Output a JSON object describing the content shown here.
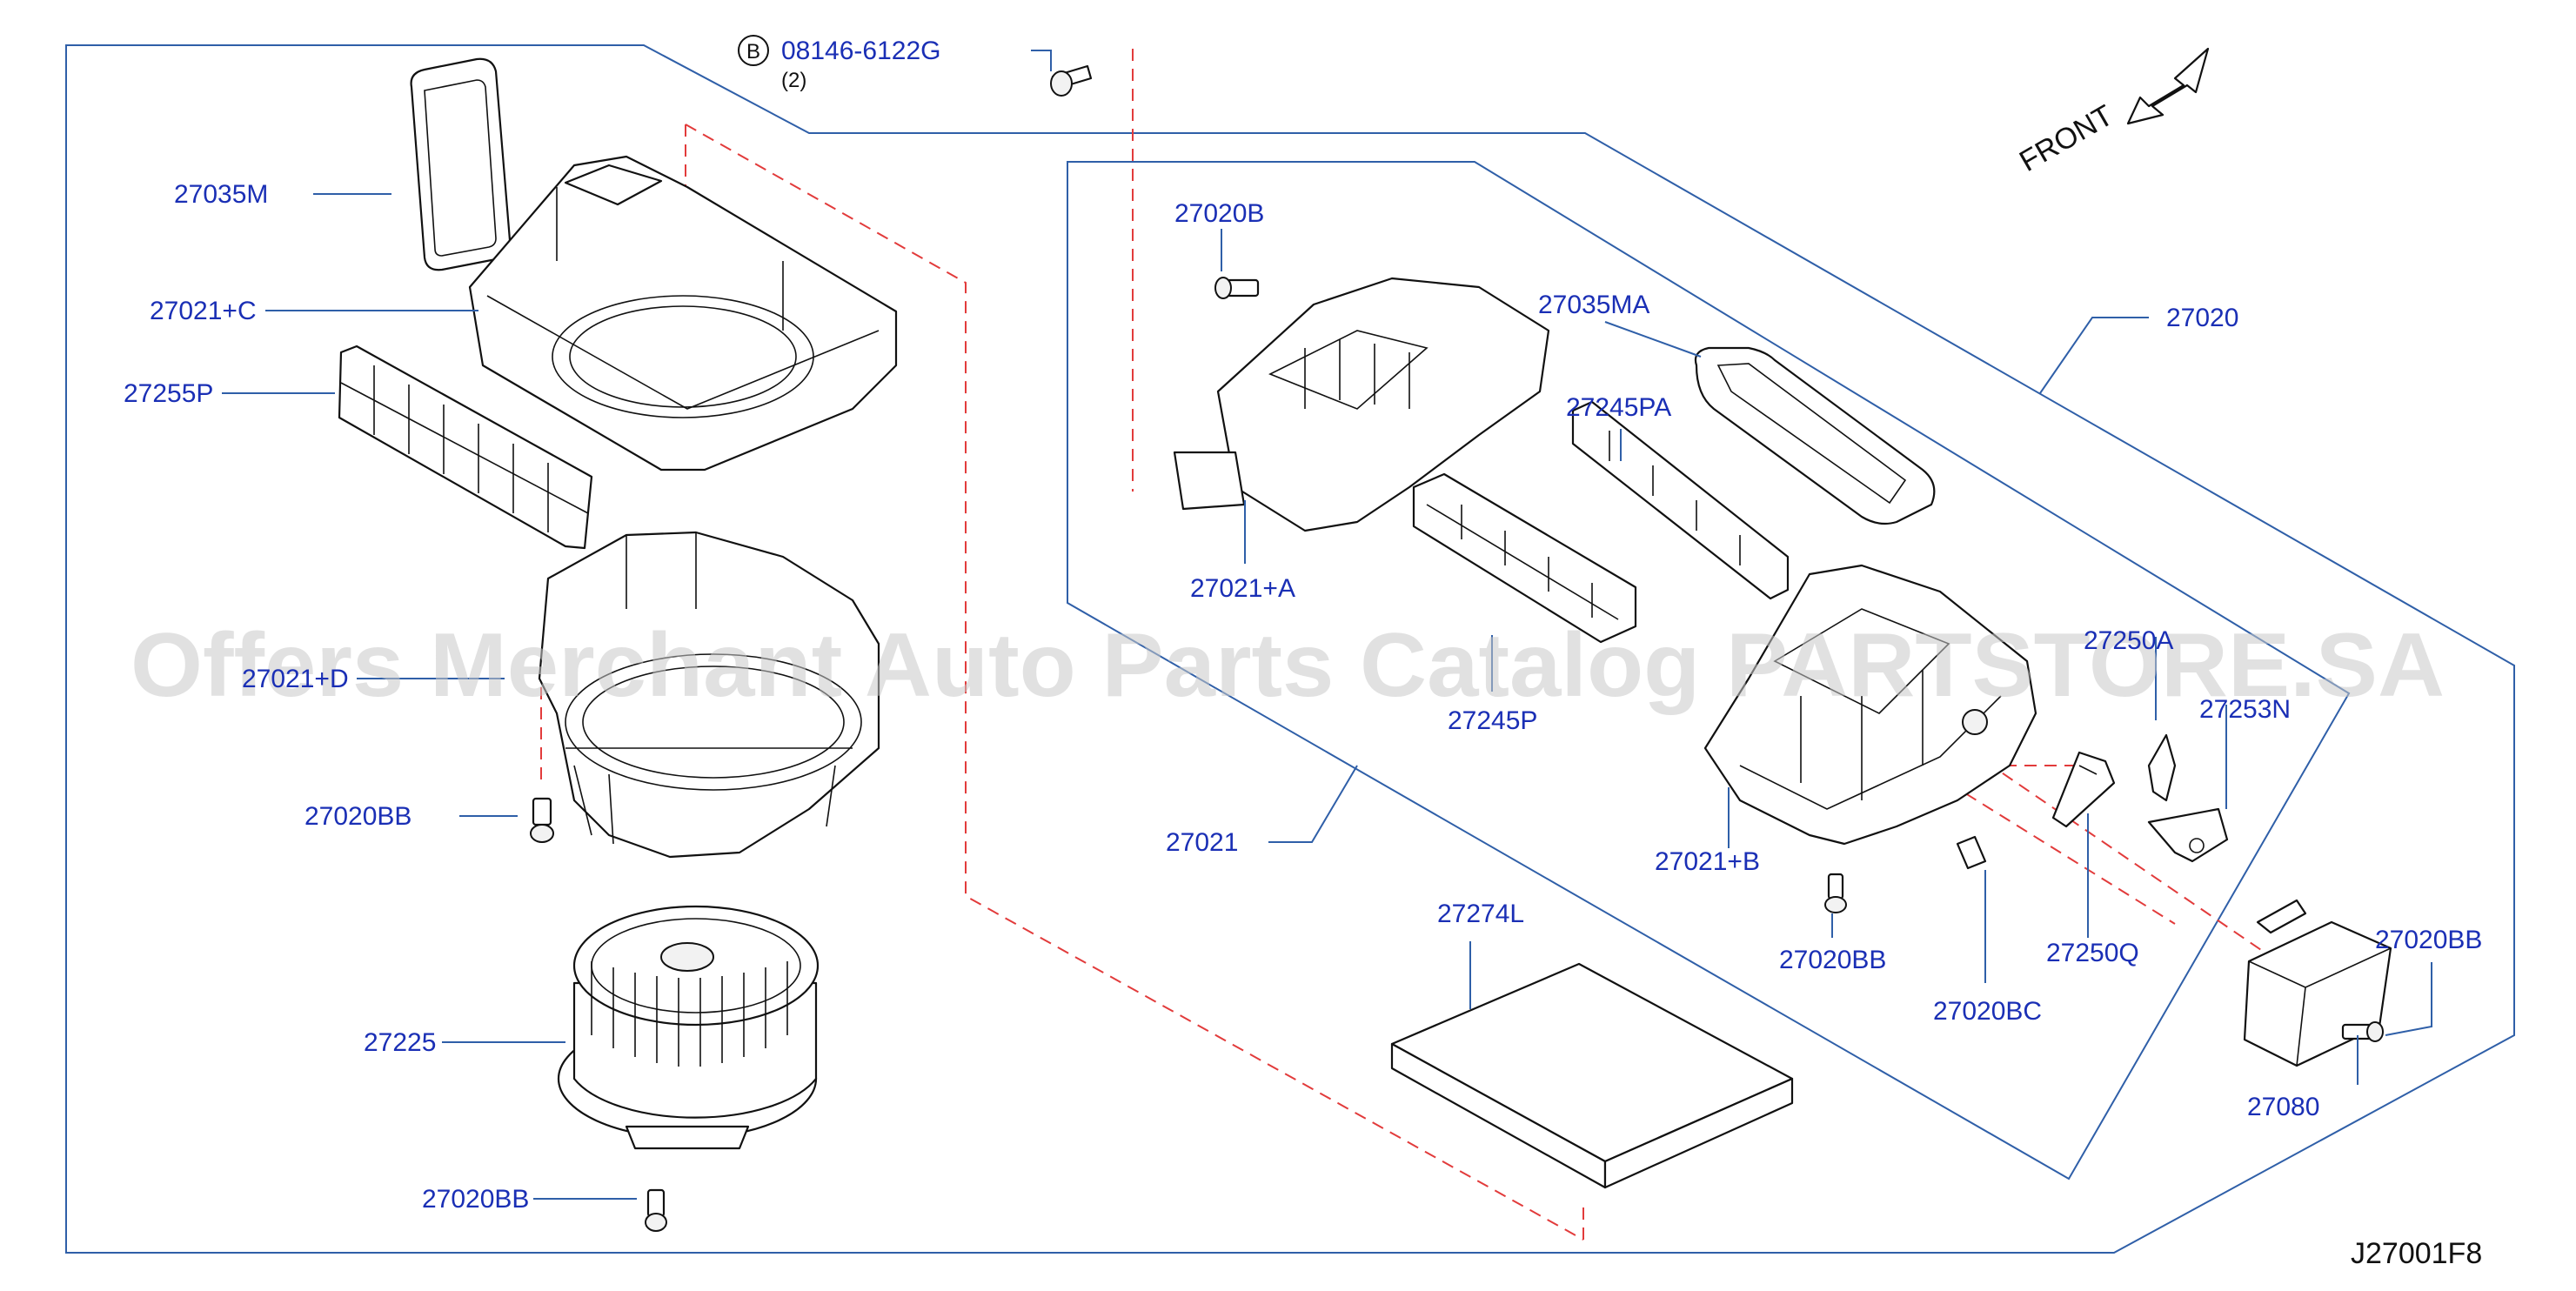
{
  "bolt_callout": {
    "badge": "B",
    "part_no": "08146-6122G",
    "qty": "(2)"
  },
  "front_indicator": "FRONT",
  "diagram_code": "J27001F8",
  "watermark": "Offers Merchant Auto Parts Catalog PARTSTORE.SA",
  "labels": {
    "p27035M": "27035M",
    "p27021C": "27021+C",
    "p27255P": "27255P",
    "p27021D": "27021+D",
    "p27020BB_a": "27020BB",
    "p27225": "27225",
    "p27020BB_b": "27020BB",
    "p27020B": "27020B",
    "p27035MA": "27035MA",
    "p27020": "27020",
    "p27245PA": "27245PA",
    "p27021A": "27021+A",
    "p27245P": "27245P",
    "p27021": "27021",
    "p27274L": "27274L",
    "p27250A": "27250A",
    "p27253N": "27253N",
    "p27021B": "27021+B",
    "p27020BB_c": "27020BB",
    "p27250Q": "27250Q",
    "p27020BC": "27020BC",
    "p27020BB_d": "27020BB",
    "p27080": "27080"
  },
  "colors": {
    "label": "#1a2fb5",
    "frame": "#2f5fa8",
    "dashed_line": "#e23b3b",
    "watermark": "#c8c8c8"
  }
}
